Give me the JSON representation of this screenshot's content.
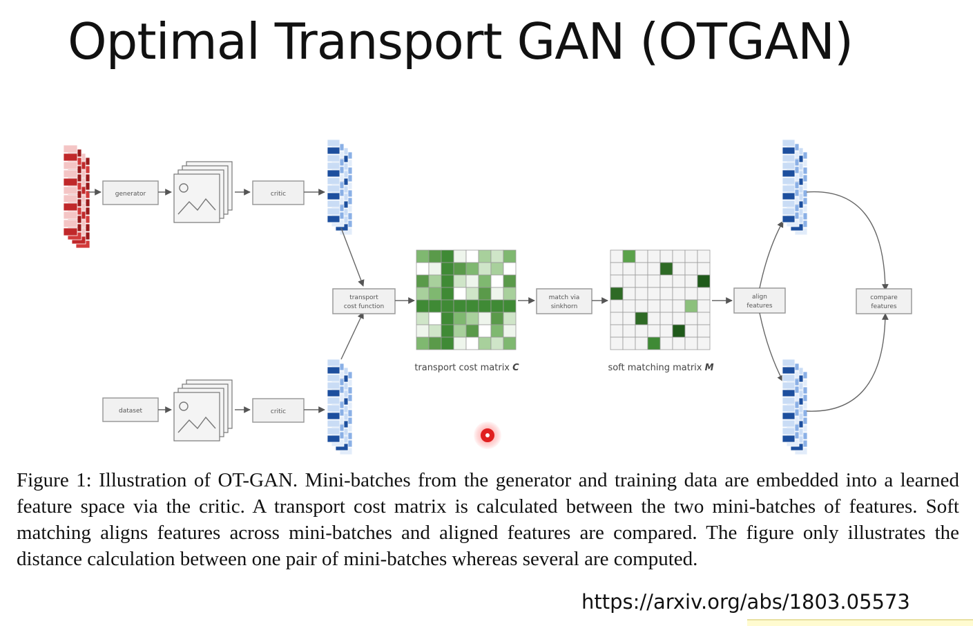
{
  "slide": {
    "title": "Optimal Transport GAN (OTGAN)",
    "url": "https://arxiv.org/abs/1803.05573"
  },
  "figure": {
    "boxes": {
      "generator": "generator",
      "critic_top": "critic",
      "dataset": "dataset",
      "critic_bottom": "critic",
      "transport_line1": "transport",
      "transport_line2": "cost function",
      "sinkhorn_line1": "match via",
      "sinkhorn_line2": "sinkhorn",
      "align_line1": "align",
      "align_line2": "features",
      "compare_line1": "compare",
      "compare_line2": "features"
    },
    "cost_matrix_label": "transport cost matrix",
    "cost_matrix_symbol": "C",
    "matching_matrix_label": "soft matching matrix",
    "matching_matrix_symbol": "M",
    "colors": {
      "red": "#c0282a",
      "blue": "#2a5db0",
      "green": "#5a9a4a",
      "dark_green": "#2e6a25"
    }
  },
  "caption": "Figure 1: Illustration of OT-GAN. Mini-batches from the generator and training data are embedded into a learned feature space via the critic.  A transport cost matrix is calculated between the two mini-batches of features.  Soft matching aligns features across mini-batches and aligned features are compared. The figure only illustrates the distance calculation between one pair of mini-batches whereas several are computed."
}
